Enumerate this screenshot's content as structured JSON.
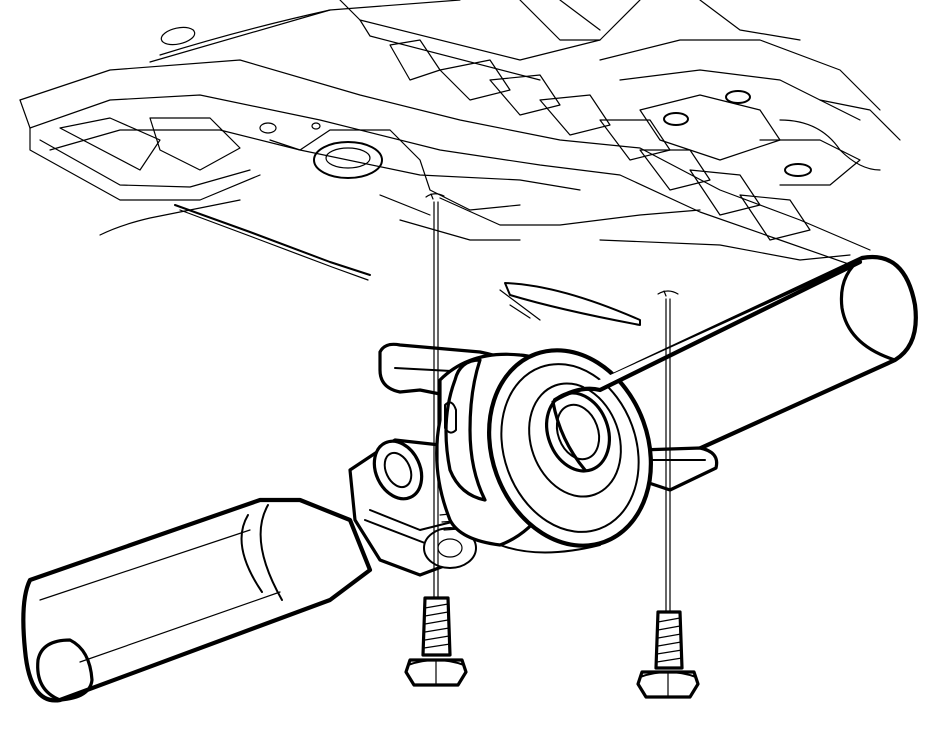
{
  "figure": {
    "caption": "",
    "colors": {
      "line": "#000000",
      "background": "#ffffff"
    },
    "parts": [
      "vehicle-underbody-floor-panel",
      "propeller-shaft-front-section",
      "propeller-shaft-rear-section",
      "universal-joint",
      "center-bearing-support-bracket",
      "center-bearing-rubber-mount",
      "mounting-bolt-left",
      "mounting-bolt-right"
    ]
  }
}
